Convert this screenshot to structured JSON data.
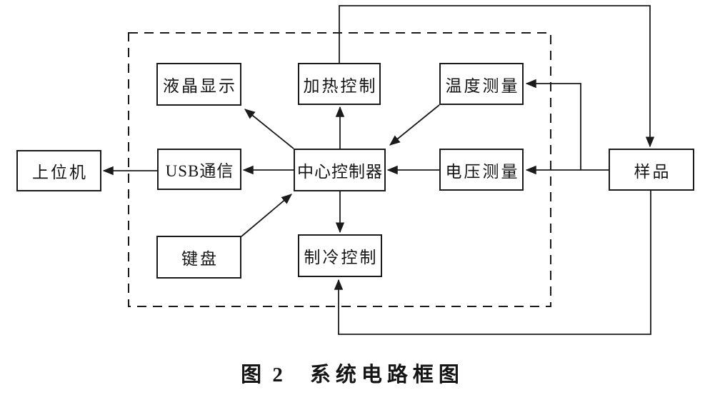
{
  "figure": {
    "caption": {
      "number": "图 2",
      "title": "系统电路框图"
    },
    "nodes": {
      "host": {
        "label": "上位机"
      },
      "lcd": {
        "label": "液晶显示"
      },
      "usb": {
        "label": "USB通信"
      },
      "keyboard": {
        "label": "键盘"
      },
      "heating": {
        "label": "加热控制"
      },
      "controller": {
        "label": "中心控制器"
      },
      "cooling": {
        "label": "制冷控制"
      },
      "temperature": {
        "label": "温度测量"
      },
      "voltage": {
        "label": "电压测量"
      },
      "sample": {
        "label": "样品"
      }
    },
    "edges": [
      {
        "from": "controller",
        "to": "lcd"
      },
      {
        "from": "controller",
        "to": "heating"
      },
      {
        "from": "temperature",
        "to": "controller"
      },
      {
        "from": "voltage",
        "to": "controller"
      },
      {
        "from": "controller",
        "to": "usb"
      },
      {
        "from": "usb",
        "to": "host"
      },
      {
        "from": "keyboard",
        "to": "controller"
      },
      {
        "from": "controller",
        "to": "cooling"
      },
      {
        "from": "heating",
        "to": "sample"
      },
      {
        "from": "sample",
        "to": "voltage"
      },
      {
        "from": "sample",
        "to": "temperature"
      },
      {
        "from": "sample",
        "to": "cooling"
      }
    ],
    "colors": {
      "line": "#1b1b1b",
      "background": "#ffffff"
    }
  }
}
